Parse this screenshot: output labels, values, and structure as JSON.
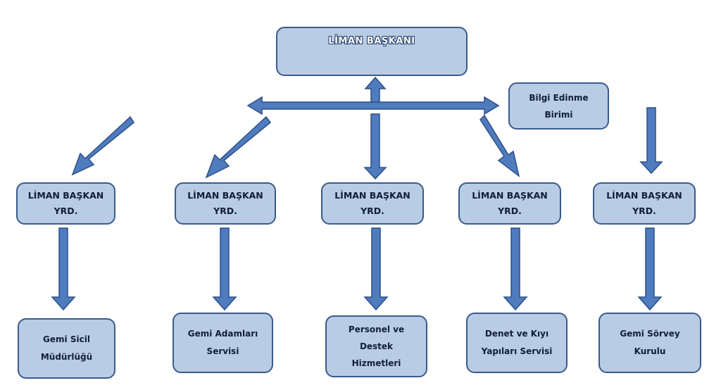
{
  "colors": {
    "box_fill": "#b8cce4",
    "box_border": "#3a5a8c",
    "arrow_fill": "#4f7bbf",
    "arrow_border": "#2e4f85"
  },
  "top": {
    "title": "LİMAN BAŞKANI"
  },
  "info_unit": {
    "line1": "Bilgi Edinme",
    "line2": "Birimi"
  },
  "deputies": [
    {
      "line1": "LİMAN BAŞKAN",
      "line2": "YRD."
    },
    {
      "line1": "LİMAN BAŞKAN",
      "line2": "YRD."
    },
    {
      "line1": "LİMAN BAŞKAN",
      "line2": "YRD."
    },
    {
      "line1": "LİMAN BAŞKAN",
      "line2": "YRD."
    },
    {
      "line1": "LİMAN BAŞKAN",
      "line2": "YRD."
    }
  ],
  "units": [
    {
      "lines": [
        "Gemi Sicil",
        "Müdürlüğü"
      ]
    },
    {
      "lines": [
        "Gemi Adamları",
        "Servisi"
      ]
    },
    {
      "lines": [
        "Personel ve",
        "Destek",
        "Hizmetleri"
      ]
    },
    {
      "lines": [
        "Denet ve Kıyı",
        "Yapıları Servisi"
      ]
    },
    {
      "lines": [
        "Gemi Sörvey",
        "Kurulu"
      ]
    }
  ]
}
